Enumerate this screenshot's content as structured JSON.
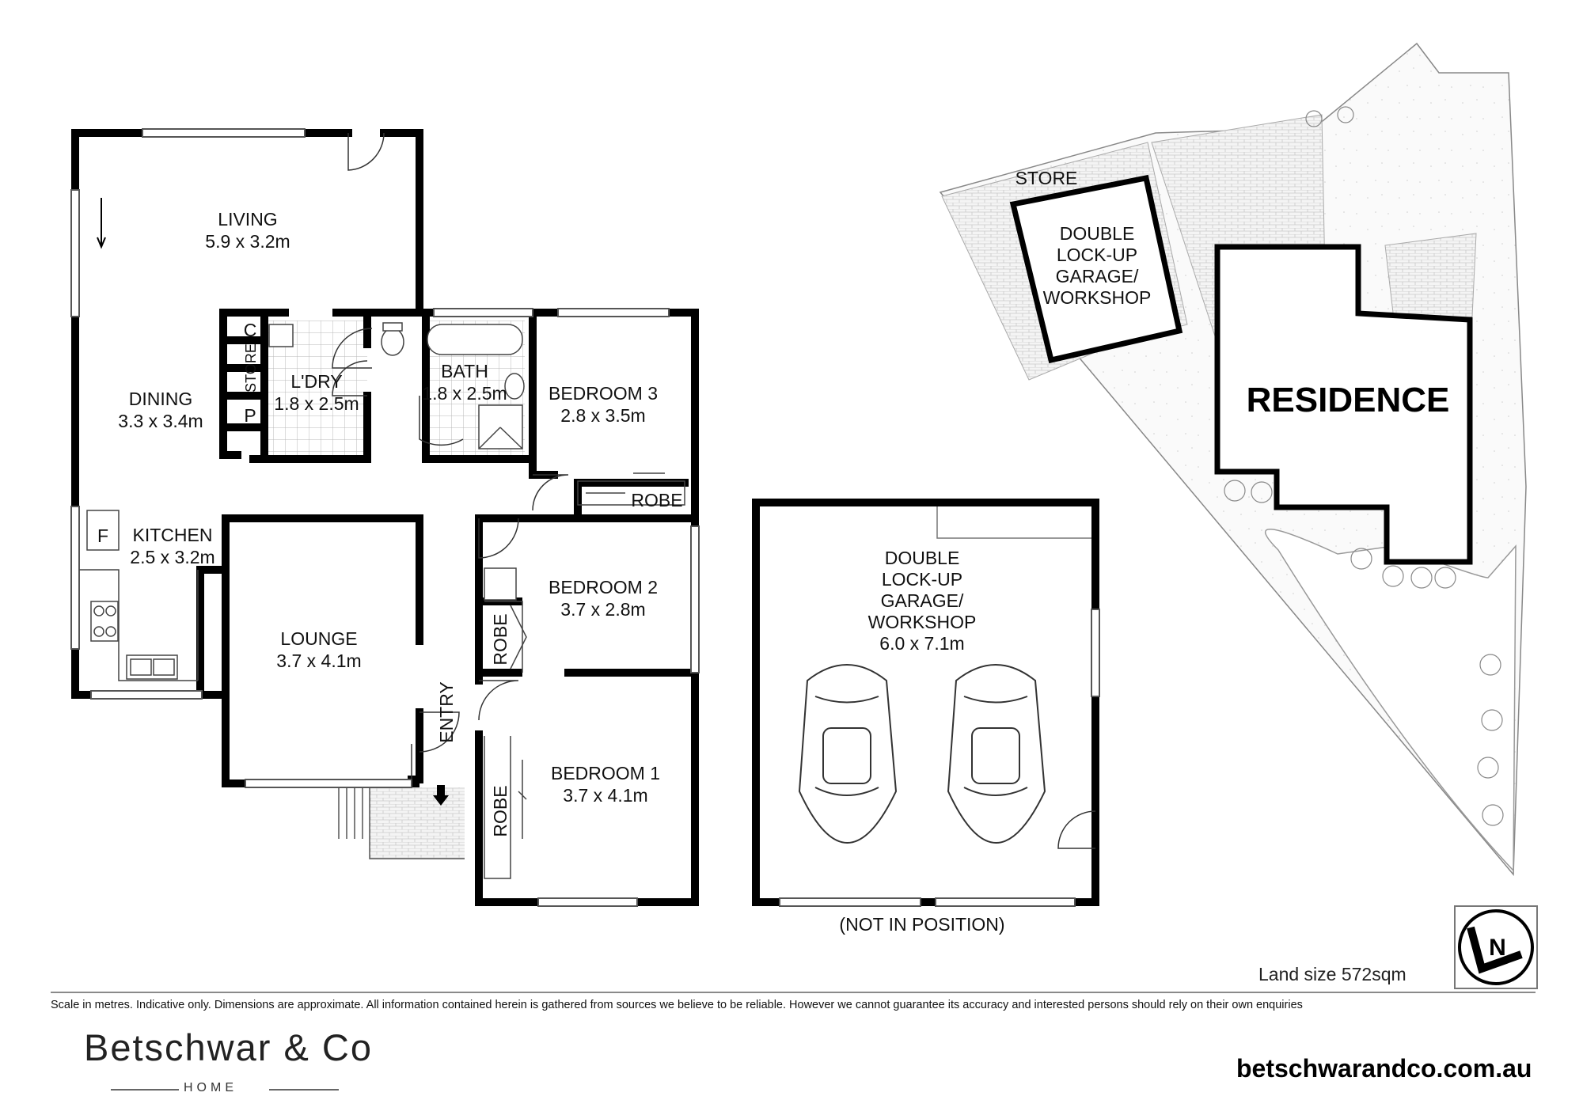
{
  "rooms": {
    "living": {
      "name": "LIVING",
      "dims": "5.9 x 3.2m"
    },
    "dining": {
      "name": "DINING",
      "dims": "3.3 x 3.4m"
    },
    "kitchen": {
      "name": "KITCHEN",
      "dims": "2.5 x 3.2m"
    },
    "lounge": {
      "name": "LOUNGE",
      "dims": "3.7 x 4.1m"
    },
    "laundry": {
      "name": "L'DRY",
      "dims": "1.8 x 2.5m"
    },
    "bath": {
      "name": "BATH",
      "dims": "1.8 x 2.5m"
    },
    "bedroom3": {
      "name": "BEDROOM 3",
      "dims": "2.8 x 3.5m"
    },
    "bedroom2": {
      "name": "BEDROOM 2",
      "dims": "3.7 x 2.8m"
    },
    "bedroom1": {
      "name": "BEDROOM 1",
      "dims": "3.7 x 4.1m"
    },
    "garage": {
      "lines": [
        "DOUBLE",
        "LOCK-UP",
        "GARAGE/",
        "WORKSHOP",
        "6.0 x 7.1m"
      ]
    }
  },
  "labels": {
    "c": "C",
    "store": "STORE",
    "p": "P",
    "f": "F",
    "robe": "ROBE",
    "entry": "ENTRY",
    "not_in_position": "(NOT IN POSITION)"
  },
  "site": {
    "store": "STORE",
    "garage_lines": [
      "DOUBLE",
      "LOCK-UP",
      "GARAGE/",
      "WORKSHOP"
    ],
    "residence": "RESIDENCE",
    "compass_letter": "N"
  },
  "footer": {
    "land_size": "Land size 572sqm",
    "disclaimer": "Scale in metres. Indicative only. Dimensions are approximate. All information contained herein is gathered from sources we believe to be reliable. However we cannot guarantee its accuracy and interested persons should rely on their own enquiries",
    "brand": "Betschwar & Co",
    "brand_sub": "HOME",
    "website": "betschwarandco.com.au"
  }
}
